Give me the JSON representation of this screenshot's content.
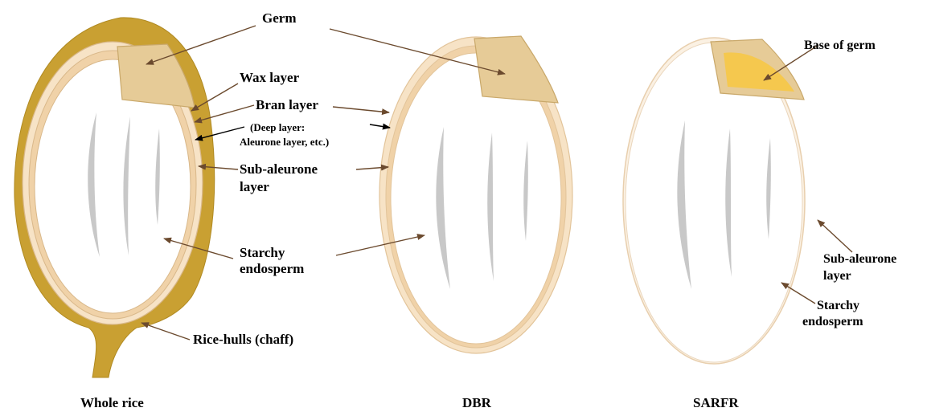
{
  "labels": {
    "germ": "Germ",
    "wax_layer": "Wax layer",
    "bran_layer": "Bran layer",
    "deep_layer_line1": "(Deep layer:",
    "deep_layer_line2": "Aleurone layer, etc.)",
    "sub_aleurone_line1": "Sub-aleurone",
    "sub_aleurone_line2": "layer",
    "starchy_line1": "Starchy",
    "starchy_line2": "endosperm",
    "rice_hulls": "Rice-hulls (chaff)",
    "base_of_germ": "Base of germ",
    "sarfr_sub_aleurone_line1": "Sub-aleurone",
    "sarfr_sub_aleurone_line2": "layer",
    "sarfr_starchy_line1": "Starchy",
    "sarfr_starchy_line2": "endosperm"
  },
  "captions": {
    "whole_rice": "Whole rice",
    "dbr": "DBR",
    "sarfr": "SARFR"
  },
  "colors": {
    "hull": "#C9A032",
    "bran": "#F0D2A8",
    "bran_light": "#F7E3C6",
    "germ": "#E6CB97",
    "base_of_germ": "#F5C84E",
    "streak": "#C8C8C8",
    "arrow": "#6B4A2E",
    "arrow_dark": "#000000"
  }
}
